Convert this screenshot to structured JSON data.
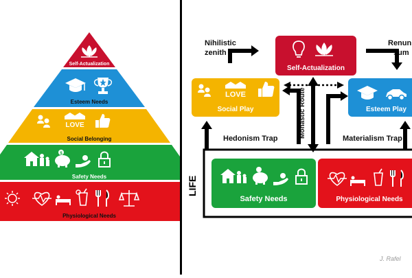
{
  "pyramid": {
    "levels": [
      {
        "label": "Self-Actualization",
        "color": "#c8102e",
        "icons": [
          "lotus-icon"
        ]
      },
      {
        "label": "Esteem Needs",
        "color": "#1e90d6",
        "icons": [
          "graduation-cap-icon",
          "trophy-icon"
        ]
      },
      {
        "label": "Social Belonging",
        "color": "#f4b400",
        "icons": [
          "people-icon",
          "love-couple-icon",
          "thumbs-up-icon"
        ]
      },
      {
        "label": "Safety Needs",
        "color": "#1aa33c",
        "icons": [
          "house-icon",
          "family-icon",
          "piggy-bank-icon",
          "hand-money-icon",
          "padlock-icon"
        ]
      },
      {
        "label": "Physiological Needs",
        "color": "#e3121b",
        "icons": [
          "sun-icon",
          "heartbeat-icon",
          "bed-icon",
          "drink-icon",
          "fork-knife-icon",
          "scales-icon"
        ]
      }
    ]
  },
  "flow": {
    "self_actualization": {
      "label": "Self-Actualization",
      "color": "#c8102e"
    },
    "social_play": {
      "label": "Social Play",
      "color": "#f4b400"
    },
    "esteem_play": {
      "label": "Esteem Play",
      "color": "#1e90d6"
    },
    "safety_needs": {
      "label": "Safety Needs",
      "color": "#1aa33c"
    },
    "physiological_needs": {
      "label": "Physiological Needs",
      "color": "#e3121b"
    },
    "nihilistic": {
      "line1": "Nihilistic",
      "line2": "zenith"
    },
    "renunciation": {
      "line1": "Renun",
      "line2": "sum"
    },
    "hedonism_trap": "Hedonism Trap",
    "monastic_route": "Monastic Route",
    "materialism_trap": "Materialism Trap",
    "life": "LIFE",
    "love_text": "LOVE",
    "signature": "J. Rafel"
  }
}
